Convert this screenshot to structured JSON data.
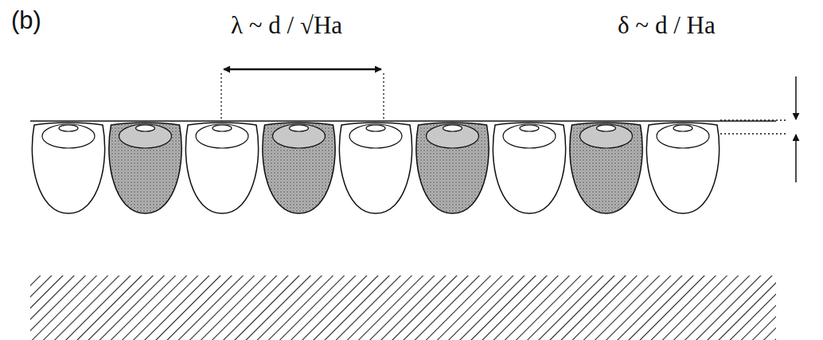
{
  "diagram": {
    "labels": [
      "(b)",
      "λ ~ d / √Ha",
      "δ ~ d / Ha"
    ]
  }
}
